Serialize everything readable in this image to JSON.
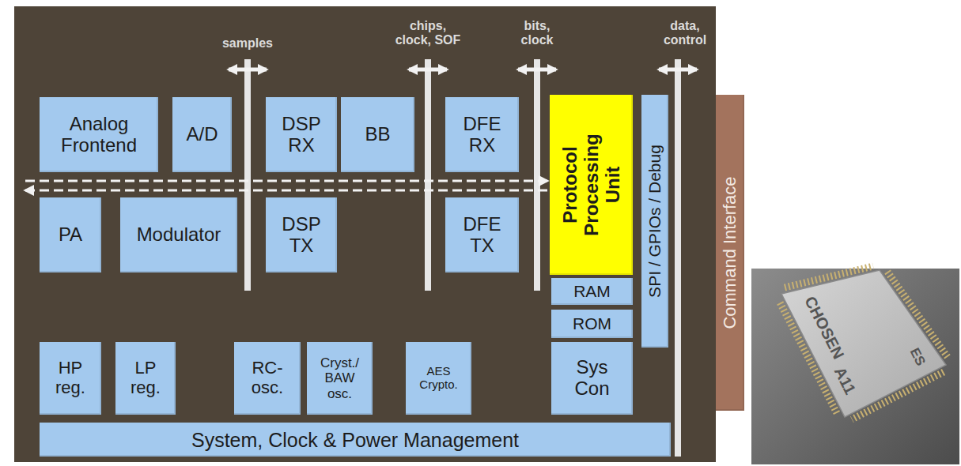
{
  "diagram": {
    "nodes": [
      {
        "text": [
          "Analog Frontend"
        ]
      },
      {
        "text": [
          "A/D"
        ]
      },
      {
        "text": [
          "DSP RX"
        ]
      },
      {
        "text": [
          "BB"
        ]
      },
      {
        "text": [
          "DFE RX"
        ]
      },
      {
        "text": [
          "Protocol Processing Unit"
        ]
      },
      {
        "text": [
          "SPI / GPIOs / Debug"
        ]
      },
      {
        "text": [
          "Command Interface"
        ]
      },
      {
        "text": [
          "PA"
        ]
      },
      {
        "text": [
          "Modulator"
        ]
      },
      {
        "text": [
          "DSP TX"
        ]
      },
      {
        "text": [
          "DFE TX"
        ]
      },
      {
        "text": [
          "RAM"
        ]
      },
      {
        "text": [
          "ROM"
        ]
      },
      {
        "text": [
          "HP reg."
        ]
      },
      {
        "text": [
          "LP reg."
        ]
      },
      {
        "text": [
          "RC- osc."
        ]
      },
      {
        "text": [
          "Cryst./ BAW osc."
        ]
      },
      {
        "text": [
          "AES Crypto."
        ]
      },
      {
        "text": [
          "Sys Con"
        ]
      },
      {
        "text": [
          "System, Clock & Power Management"
        ]
      }
    ],
    "labels": [
      "samples",
      "chips, clock, SOF",
      "bits, clock",
      "data, control",
      "CHOSEN",
      "A11",
      "ES"
    ]
  }
}
